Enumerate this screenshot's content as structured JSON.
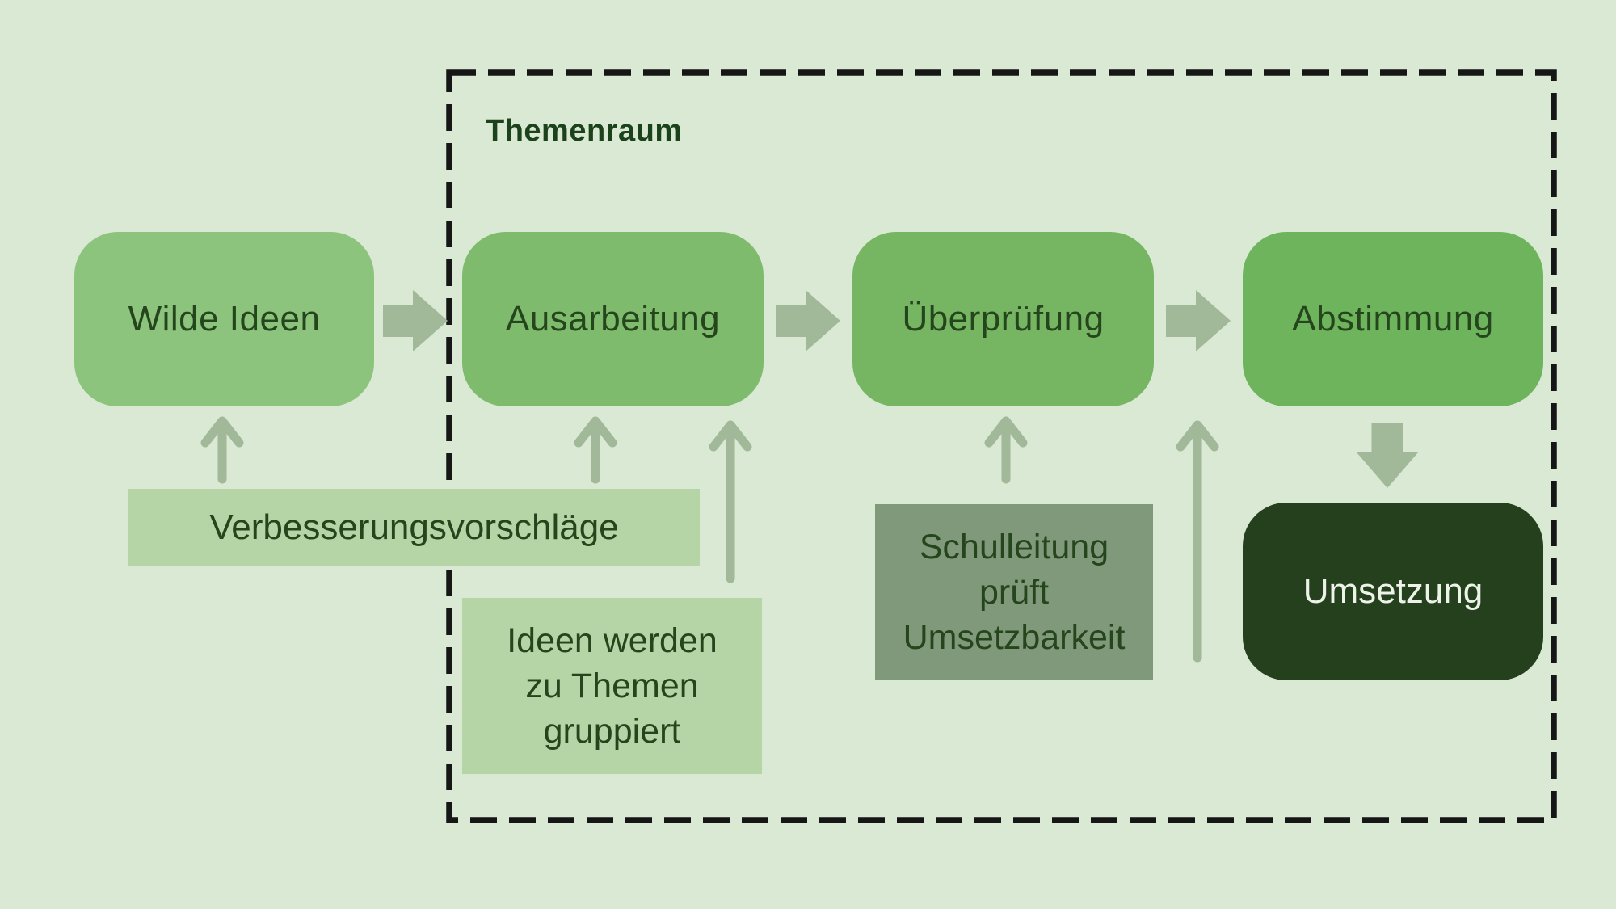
{
  "diagram": {
    "title": "Themenraum",
    "stages": [
      {
        "label": "Wilde Ideen",
        "color": "#8cc47d"
      },
      {
        "label": "Ausarbeitung",
        "color": "#7fbb6d"
      },
      {
        "label": "Überprüfung",
        "color": "#76b663"
      },
      {
        "label": "Abstimmung",
        "color": "#6db45c"
      }
    ],
    "feedback_note": {
      "label": "Verbesserungsvorschläge",
      "color": "#b5d5a6"
    },
    "grouping_note": {
      "lines": [
        "Ideen werden",
        "zu Themen",
        "gruppiert"
      ],
      "color": "#b5d5a6"
    },
    "review_note": {
      "lines": [
        "Schulleitung",
        "prüft",
        "Umsetzbarkeit"
      ],
      "color": "#80997a"
    },
    "result": {
      "label": "Umsetzung",
      "color": "#24401d",
      "text_color": "#eef3ea"
    },
    "colors": {
      "background": "#d9e9d3",
      "arrow": "#a1b899",
      "boundary": "#161616",
      "text_dark": "#25451d",
      "title": "#1c421c"
    }
  }
}
